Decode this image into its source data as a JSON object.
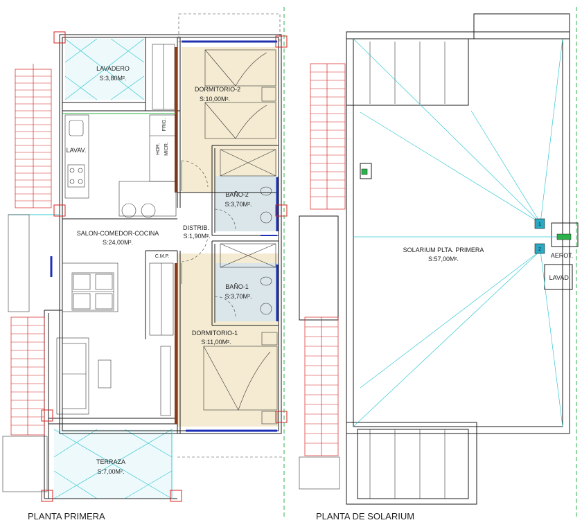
{
  "plans": {
    "first_floor": {
      "title": "PLANTA PRIMERA",
      "rooms": {
        "lavadero": {
          "name": "LAVADERO",
          "area": "S:3,80M²."
        },
        "dormitorio2": {
          "name": "DORMITORIO-2",
          "area": "S:10,00M²."
        },
        "salon": {
          "name": "SALON-COMEDOR-COCINA",
          "area": "S:24,00M²."
        },
        "distrib": {
          "name": "DISTRIB.",
          "area": "S:1,90M²."
        },
        "bano2": {
          "name": "BAÑO-2",
          "area": "S:3,70M²."
        },
        "bano1": {
          "name": "BAÑO-1",
          "area": "S:3,70M²."
        },
        "dormitorio1": {
          "name": "DORMITORIO-1",
          "area": "S:11,00M²."
        },
        "terraza": {
          "name": "TERRAZA",
          "area": "S:7,00M²."
        }
      },
      "appliances": {
        "lavav": "LAVAV.",
        "frig": "FRIG.",
        "hor": "HOR.",
        "micr": "MICR.",
        "cmp": "C.M.P."
      }
    },
    "solarium": {
      "title": "PLANTA DE SOLARIUM",
      "rooms": {
        "solarium": {
          "name": "SOLARIUM PLTA. PRIMERA",
          "area": "S:57,00M²."
        }
      },
      "labels": {
        "aerot": "AEROT.",
        "lavad": "LAVAD.",
        "mark1": "1",
        "mark2": "2"
      }
    }
  },
  "colors": {
    "wall": "#1a1a1a",
    "floor_tile": "#f4ebd2",
    "bath_tile": "#dbe6ea",
    "stairs": "#d42020",
    "glazing": "#32c8d2",
    "window_frame": "#1c2fb8",
    "axis_line": "#2bb24b"
  }
}
